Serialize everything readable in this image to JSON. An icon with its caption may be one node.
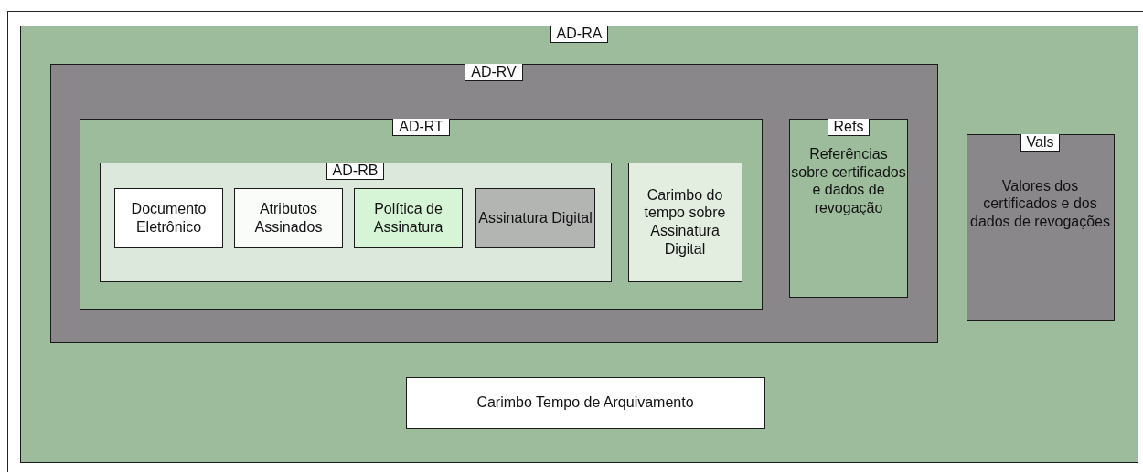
{
  "diagram": {
    "nodes": [
      {
        "text": [
          "AD-RA"
        ]
      },
      {
        "text": [
          "AD-RV"
        ],
        "in": 0
      },
      {
        "text": [
          "AD-RT"
        ],
        "in": 1
      },
      {
        "text": [
          "AD-RB"
        ],
        "in": 2
      },
      {
        "text": [
          "Documento Eletrônico"
        ],
        "in": 3
      },
      {
        "text": [
          "Atributos Assinados"
        ],
        "in": 3
      },
      {
        "text": [
          "Política de Assinatura"
        ],
        "in": 3
      },
      {
        "text": [
          "Assinatura Digital"
        ],
        "in": 3
      },
      {
        "text": [
          "Carimbo do tempo sobre Assinatura Digital"
        ],
        "in": 2
      },
      {
        "text": [
          "Refs",
          "Referências sobre certificados e dados de revogação"
        ],
        "in": 1
      },
      {
        "text": [
          "Vals",
          "Valores dos certificados e dos dados de revogações"
        ],
        "in": 0
      },
      {
        "text": [
          "Carimbo Tempo de Arquivamento"
        ],
        "in": 0
      }
    ]
  }
}
